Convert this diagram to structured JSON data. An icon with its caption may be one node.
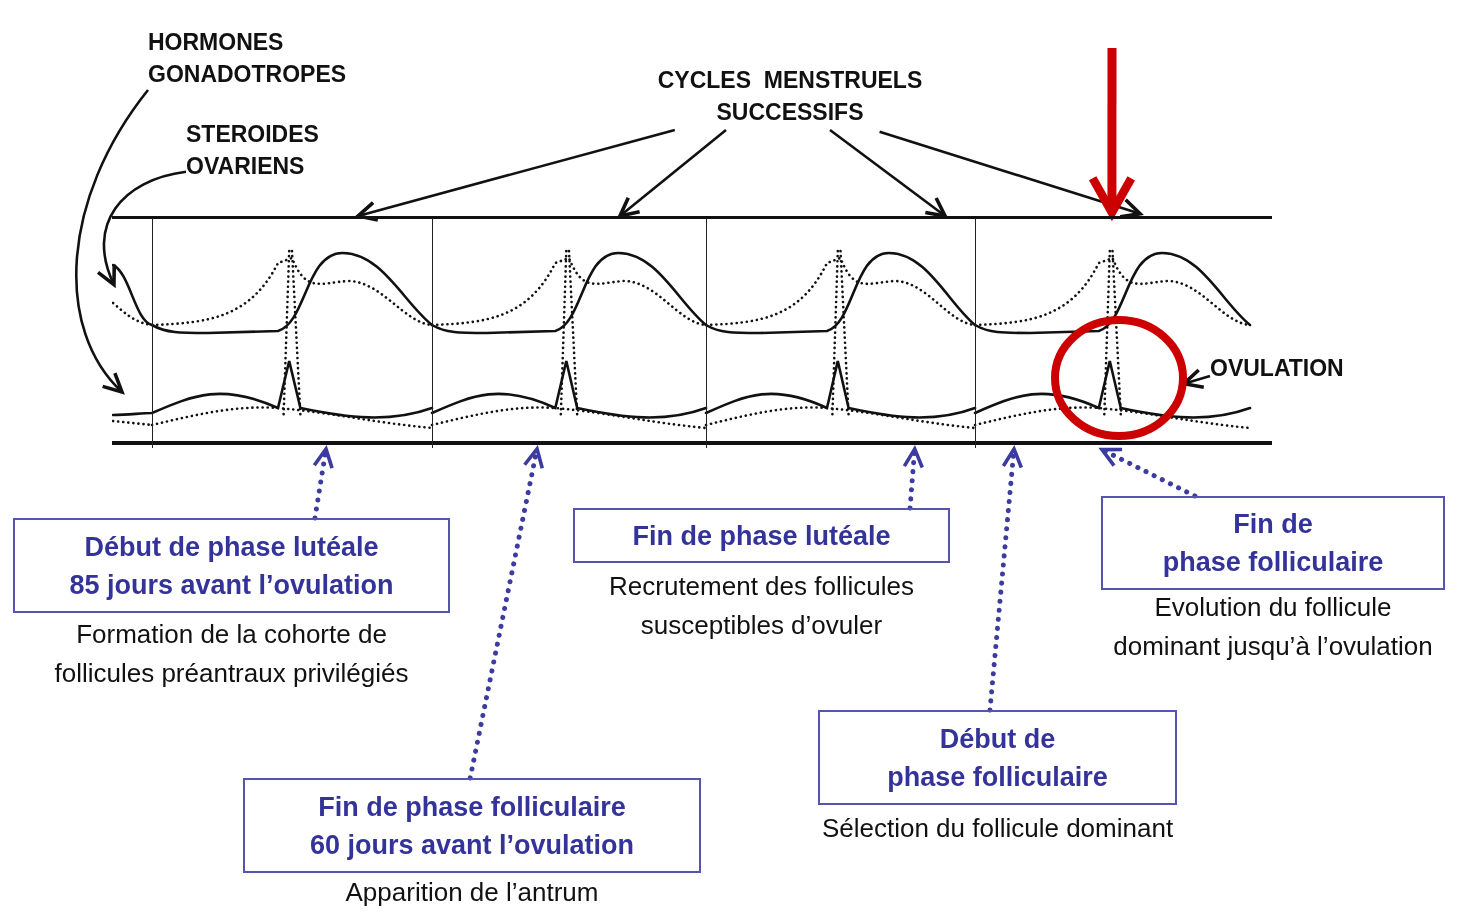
{
  "diagram": {
    "nodes": [
      {
        "text": [
          "HORMONES GONADOTROPES"
        ]
      },
      {
        "text": [
          "STEROIDES OVARIENS"
        ]
      },
      {
        "text": [
          "CYCLES  MENSTRUELS SUCCESSIFS"
        ]
      },
      {
        "text": [
          "OVULATION"
        ]
      },
      {
        "text": [],
        "shape": "picture"
      },
      {
        "text": [],
        "shape": "box",
        "in": 4
      },
      {
        "text": [],
        "shape": "box",
        "in": 4
      },
      {
        "text": [],
        "shape": "box",
        "in": 4
      },
      {
        "text": [],
        "shape": "box",
        "in": 4
      },
      {
        "text": [],
        "shape": "circle",
        "in": 8
      },
      {
        "text": [
          "Début de phase lutéale 85 jours avant l’ovulation"
        ],
        "beside": [
          "Formation de la cohorte de follicules préantraux privilégiés"
        ]
      },
      {
        "text": [
          "Fin de phase lutéale"
        ],
        "beside": [
          "Recrutement des follicules susceptibles d’ovuler"
        ]
      },
      {
        "text": [
          "Fin de phase folliculaire"
        ],
        "beside": [
          "Evolution du follicule dominant jusqu’à l’ovulation"
        ]
      },
      {
        "text": [
          "Début de phase folliculaire"
        ],
        "beside": [
          "Sélection du follicule dominant"
        ]
      },
      {
        "text": [
          "Fin de phase folliculaire 60 jours avant l’ovulation"
        ],
        "beside": [
          "Apparition de l’antrum"
        ]
      }
    ],
    "edges": [
      {
        "from": 0,
        "to": 4,
        "arrow": "to"
      },
      {
        "from": 1,
        "to": 4,
        "arrow": "to"
      },
      {
        "from": 2,
        "to": 5,
        "arrow": "to"
      },
      {
        "from": 2,
        "to": 6,
        "arrow": "to"
      },
      {
        "from": 2,
        "to": 7,
        "arrow": "to"
      },
      {
        "from": 2,
        "to": 8,
        "arrow": "to"
      },
      {
        "from": 3,
        "to": 9,
        "arrow": "to"
      },
      {
        "from": null,
        "to": 8,
        "arrow": "to",
        "style": "thick",
        "color": "#cc0000"
      },
      {
        "from": 10,
        "to": 4,
        "arrow": "to",
        "style": "dashed",
        "color": "#3b3ba0"
      },
      {
        "from": 14,
        "to": 4,
        "arrow": "to",
        "style": "dashed",
        "color": "#3b3ba0"
      },
      {
        "from": 11,
        "to": 4,
        "arrow": "to",
        "style": "dashed",
        "color": "#3b3ba0"
      },
      {
        "from": 13,
        "to": 4,
        "arrow": "to",
        "style": "dashed",
        "color": "#3b3ba0"
      },
      {
        "from": 12,
        "to": 4,
        "arrow": "to",
        "style": "dashed",
        "color": "#3b3ba0"
      }
    ]
  }
}
